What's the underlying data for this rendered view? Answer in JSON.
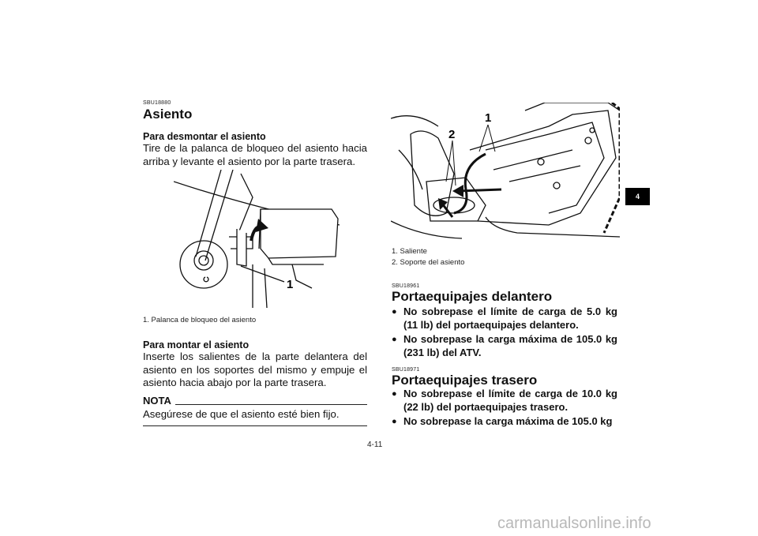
{
  "left": {
    "section_code": "SBU18880",
    "title": "Asiento",
    "remove_heading": "Para desmontar el asiento",
    "remove_text": "Tire de la palanca de bloqueo del asiento hacia arriba y levante el asiento por la parte trasera.",
    "figure_callout": "1",
    "caption": "1.  Palanca de bloqueo del asiento",
    "install_heading": "Para montar el asiento",
    "install_text": "Inserte los salientes de la parte delantera del asiento en los soportes del mismo y empuje el asiento hacia abajo por la parte trasera.",
    "nota_label": "NOTA",
    "nota_text": "Asegúrese de que el asiento esté bien fijo."
  },
  "right": {
    "figure_callout_1": "1",
    "figure_callout_2": "2",
    "caption_1": "1.  Saliente",
    "caption_2": "2.  Soporte del asiento",
    "front_code": "SBU18961",
    "front_title": "Portaequipajes delantero",
    "front_bullets": [
      "No sobrepase el límite de carga de 5.0 kg (11 lb) del portaequipajes delantero.",
      "No sobrepase la carga máxima de 105.0 kg (231 lb) del ATV."
    ],
    "rear_code": "SBU18971",
    "rear_title": "Portaequipajes trasero",
    "rear_bullets": [
      "No sobrepase el límite de carga de 10.0 kg (22 lb) del portaequipajes trasero.",
      "No sobrepase la carga máxima de 105.0 kg"
    ]
  },
  "tab_number": "4",
  "page_number": "4-11",
  "watermark": "carmanualsonline.info"
}
